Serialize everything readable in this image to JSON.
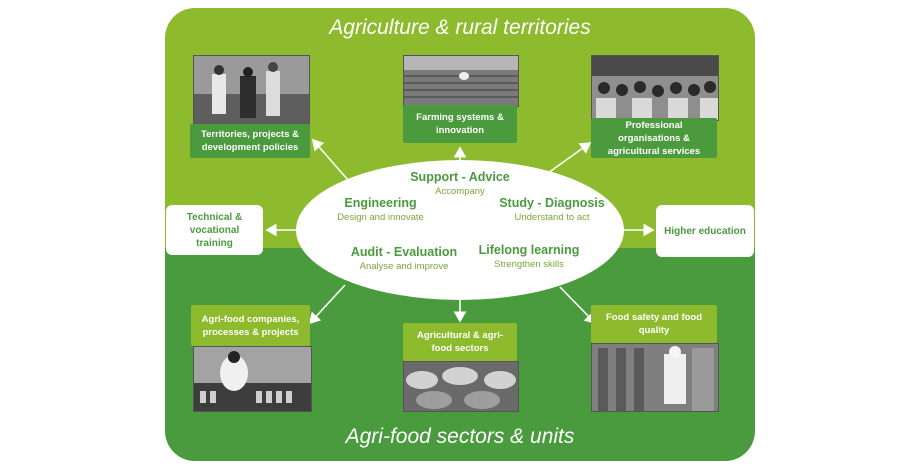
{
  "top_title": "Agriculture & rural territories",
  "bottom_title": "Agri-food sectors & units",
  "center": {
    "support": {
      "title": "Support - Advice",
      "subtitle": "Accompany"
    },
    "engineering": {
      "title": "Engineering",
      "subtitle": "Design and innovate"
    },
    "study": {
      "title": "Study - Diagnosis",
      "subtitle": "Understand to act"
    },
    "audit": {
      "title": "Audit - Evaluation",
      "subtitle": "Analyse and improve"
    },
    "lifelong": {
      "title": "Lifelong learning",
      "subtitle": "Strengthen skills"
    }
  },
  "cards": {
    "territories": "Territories, projects & development policies",
    "farming": "Farming systems & innovation",
    "professional": "Professional organisations & agricultural services",
    "technical": "Technical & vocational training",
    "higher": "Higher education",
    "agrifood_companies": "Agri-food companies, processes & projects",
    "agri_sectors": "Agricultural & agri-food sectors",
    "food_safety": "Food safety and food quality"
  },
  "colors": {
    "light_green": "#8dbb2d",
    "dark_green": "#4a9b3e",
    "text_green": "#4a9b3e"
  }
}
